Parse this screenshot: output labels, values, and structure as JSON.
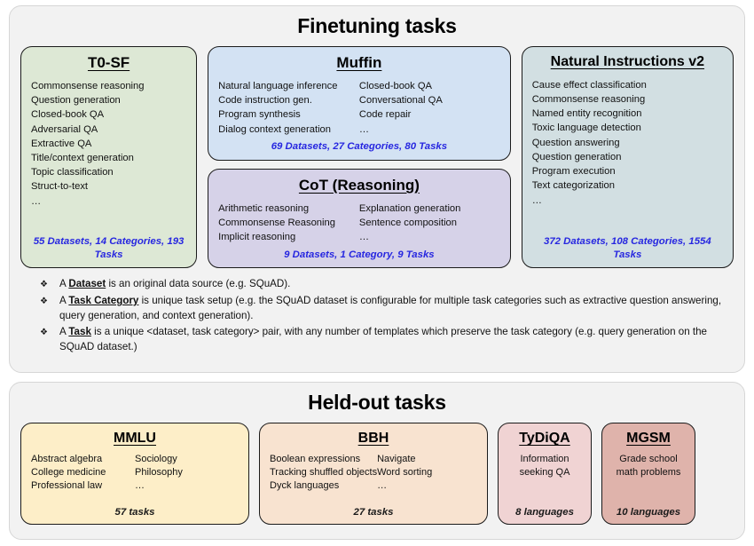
{
  "finetuning": {
    "title": "Finetuning tasks",
    "cards": [
      {
        "name": "t0sf",
        "title": "T0-SF",
        "color": "#dde8d5",
        "columns": [
          [
            "Commonsense reasoning",
            "Question generation",
            "Closed-book QA",
            "Adversarial QA",
            "Extractive QA",
            "Title/context generation",
            "Topic classification",
            "Struct-to-text",
            "…"
          ]
        ],
        "stats": "55 Datasets, 14 Categories, 193 Tasks"
      },
      {
        "name": "muffin",
        "title": "Muffin",
        "color": "#d3e2f3",
        "columns": [
          [
            "Natural language inference",
            "Code instruction gen.",
            "Program synthesis",
            "Dialog context generation"
          ],
          [
            "Closed-book QA",
            "Conversational QA",
            "Code repair",
            "…"
          ]
        ],
        "stats": "69 Datasets, 27 Categories, 80 Tasks"
      },
      {
        "name": "cot",
        "title": "CoT (Reasoning)",
        "color": "#d6d2e8",
        "columns": [
          [
            "Arithmetic reasoning",
            "Commonsense Reasoning",
            "Implicit reasoning"
          ],
          [
            "Explanation generation",
            "Sentence composition",
            "…"
          ]
        ],
        "stats": "9 Datasets, 1 Category, 9 Tasks"
      },
      {
        "name": "natural-instructions-v2",
        "title": "Natural Instructions v2",
        "color": "#d2dfe2",
        "columns": [
          [
            "Cause effect classification",
            "Commonsense reasoning",
            "Named entity recognition",
            "Toxic language detection",
            "Question answering",
            "Question generation",
            "Program execution",
            "Text categorization",
            "…"
          ]
        ],
        "stats": "372 Datasets, 108 Categories, 1554 Tasks"
      }
    ],
    "definitions": [
      {
        "bullet": "❖",
        "lead": "A ",
        "term": "Dataset",
        "rest": " is an original data source (e.g. SQuAD)."
      },
      {
        "bullet": "❖",
        "lead": "A ",
        "term": "Task Category",
        "rest": " is unique task setup (e.g. the SQuAD dataset is configurable for multiple task categories such as extractive question answering, query generation, and context generation)."
      },
      {
        "bullet": "❖",
        "lead": "A ",
        "term": "Task",
        "rest": " is a unique <dataset, task category> pair, with any number of templates which preserve the task category (e.g. query generation on the SQuAD dataset.)"
      }
    ]
  },
  "heldout": {
    "title": "Held-out tasks",
    "cards": [
      {
        "name": "mmlu",
        "title": "MMLU",
        "color": "#fdeec8",
        "columns": [
          [
            "Abstract algebra",
            "College medicine",
            "Professional law"
          ],
          [
            "Sociology",
            "Philosophy",
            "…"
          ]
        ],
        "stats": "57 tasks"
      },
      {
        "name": "bbh",
        "title": "BBH",
        "color": "#f8e3d0",
        "columns": [
          [
            "Boolean expressions",
            "Tracking shuffled objects",
            "Dyck languages"
          ],
          [
            "Navigate",
            "Word sorting",
            "…"
          ]
        ],
        "stats": "27 tasks"
      },
      {
        "name": "tydiqa",
        "title": "TyDiQA",
        "color": "#f0d3d3",
        "body": "Information seeking QA",
        "stats": "8 languages"
      },
      {
        "name": "mgsm",
        "title": "MGSM",
        "color": "#dfb3ab",
        "body": "Grade school math problems",
        "stats": "10 languages"
      }
    ]
  },
  "colors": {
    "panel_bg": "#f2f2f2",
    "stats_blue": "#2727e0",
    "border": "#1b1b1b"
  }
}
